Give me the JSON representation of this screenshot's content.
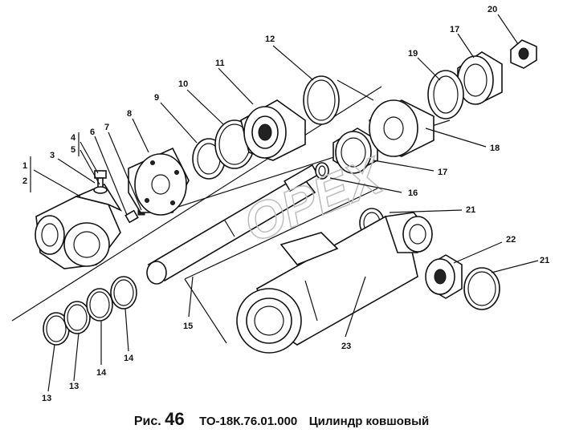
{
  "diagram": {
    "callouts": [
      "1",
      "2",
      "3",
      "4",
      "5",
      "6",
      "7",
      "8",
      "9",
      "10",
      "11",
      "12",
      "13",
      "13",
      "14",
      "14",
      "15",
      "16",
      "17",
      "17",
      "18",
      "19",
      "20",
      "21",
      "21",
      "22",
      "23"
    ],
    "watermark": "OPEX"
  },
  "caption": {
    "fig_prefix": "Рис.",
    "fig_number": "46",
    "code": "ТО-18К.76.01.000",
    "title": "Цилиндр ковшовый"
  }
}
